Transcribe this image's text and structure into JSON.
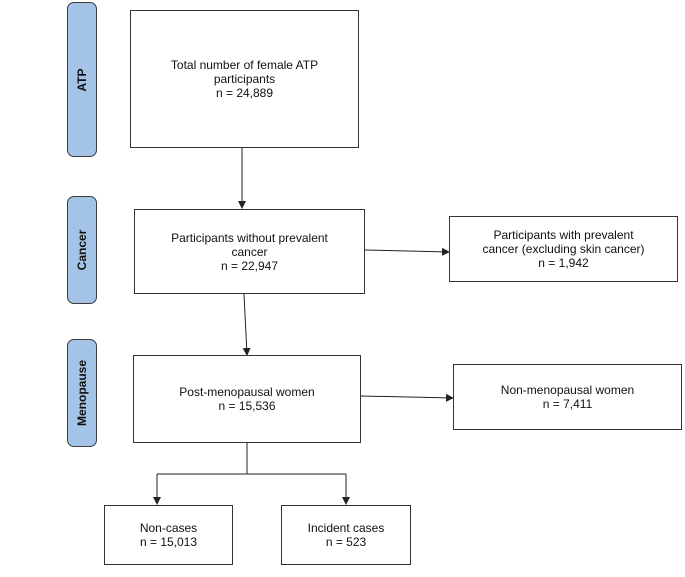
{
  "side_tabs": {
    "atp": "ATP",
    "cancer": "Cancer",
    "menopause": "Menopause"
  },
  "boxes": {
    "total": {
      "line1": "Total number of female ATP",
      "line2": "participants",
      "line3": "n = 24,889"
    },
    "without_prevalent": {
      "line1": "Participants without prevalent",
      "line2": "cancer",
      "line3": "n = 22,947"
    },
    "with_prevalent": {
      "line1": "Participants with prevalent",
      "line2": "cancer (excluding skin cancer)",
      "line3": "n = 1,942"
    },
    "post_menopausal": {
      "line1": "Post-menopausal women",
      "line2": "n = 15,536"
    },
    "non_menopausal": {
      "line1": "Non-menopausal women",
      "line2": "n = 7,411"
    },
    "non_cases": {
      "line1": "Non-cases",
      "line2": "n = 15,013"
    },
    "incident_cases": {
      "line1": "Incident cases",
      "line2": "n = 523"
    }
  },
  "colors": {
    "tab_fill": "#a3c4e6",
    "border": "#333333",
    "arrow": "#222222"
  }
}
